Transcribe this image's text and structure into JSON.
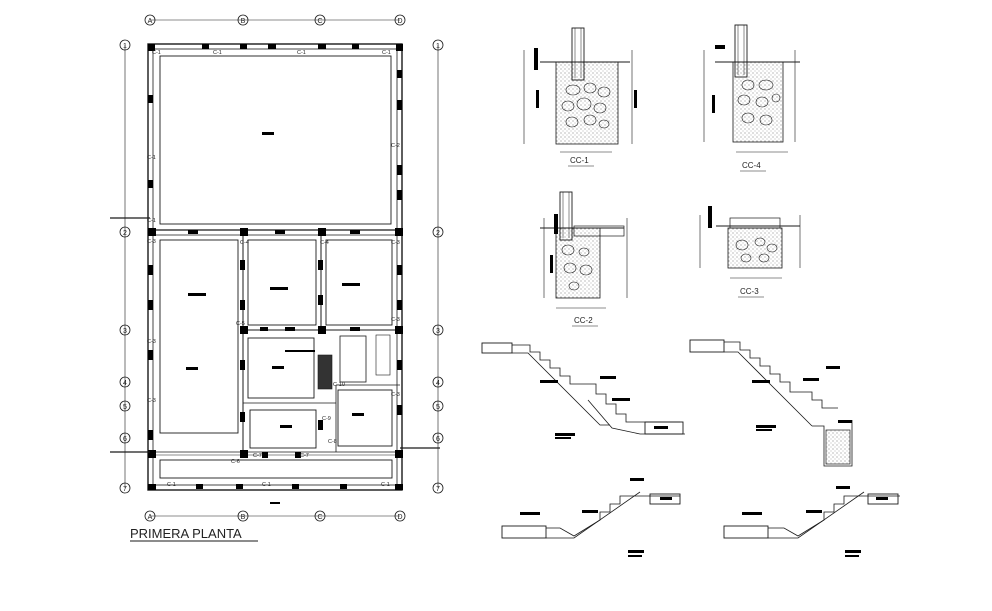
{
  "drawing": {
    "plan_title": "PRIMERA PLANTA",
    "grid_columns": [
      "A",
      "B",
      "C",
      "D"
    ],
    "grid_rows": [
      "1",
      "2",
      "3",
      "4",
      "5",
      "6",
      "7"
    ],
    "column_labels": [
      "C-1",
      "C-2",
      "C-3",
      "C-4",
      "C-5",
      "C-6",
      "C-7",
      "C-8",
      "C-9",
      "C-10"
    ],
    "sections": [
      {
        "id": "cc1",
        "label": "CC-1"
      },
      {
        "id": "cc4",
        "label": "CC-4"
      },
      {
        "id": "cc2",
        "label": "CC-2"
      },
      {
        "id": "cc3",
        "label": "CC-3"
      }
    ],
    "stair_details": 4,
    "colors": {
      "line": "#1a1a1a",
      "hatch": "#555555",
      "fill": "#000000"
    }
  }
}
